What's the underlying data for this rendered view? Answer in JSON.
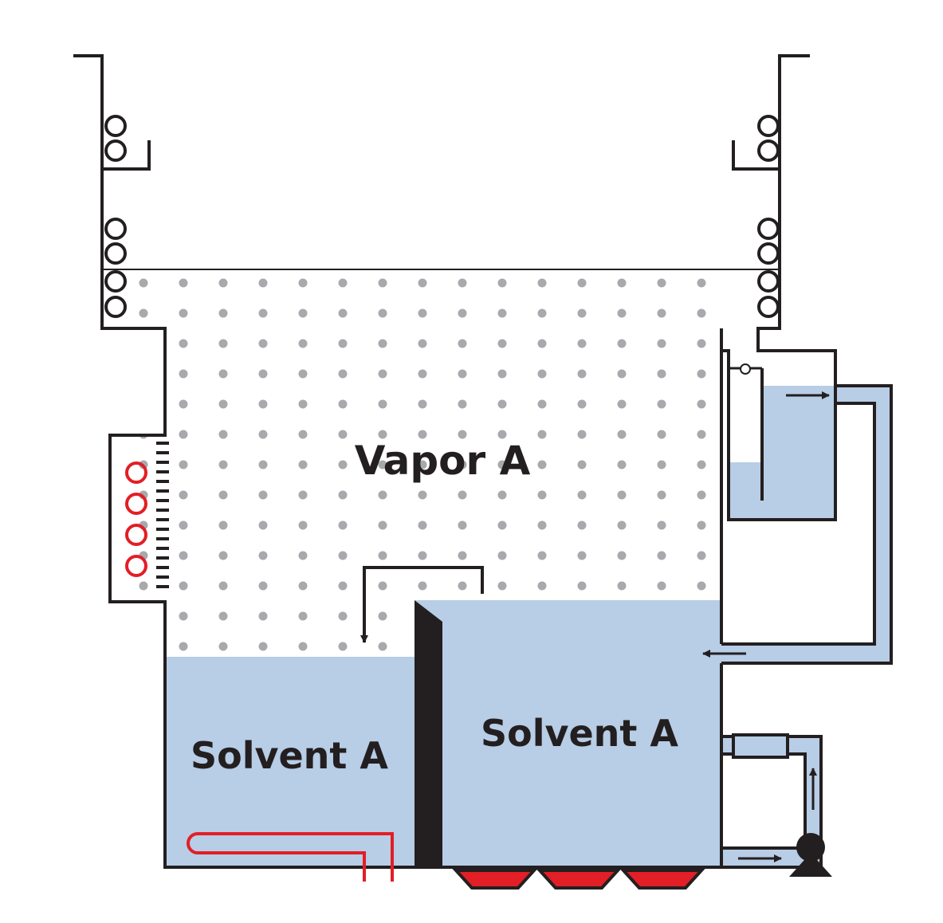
{
  "labels": {
    "vapor": "Vapor A",
    "solvent_left": "Solvent A",
    "solvent_right": "Solvent A"
  },
  "colors": {
    "liquid": "#b8cde6",
    "outline": "#231f20",
    "heater": "#e21e26",
    "vapor_dot": "#a7a9ac",
    "weir": "#231f20"
  },
  "icons": {
    "condenser_coils": "circle-outline",
    "pump": "pump-icon",
    "flow_arrows": "arrow-icon",
    "immersion_heater": "hairpin-heater-icon",
    "ultrasonic_transducers": "trapezoid-transducer-icon"
  }
}
